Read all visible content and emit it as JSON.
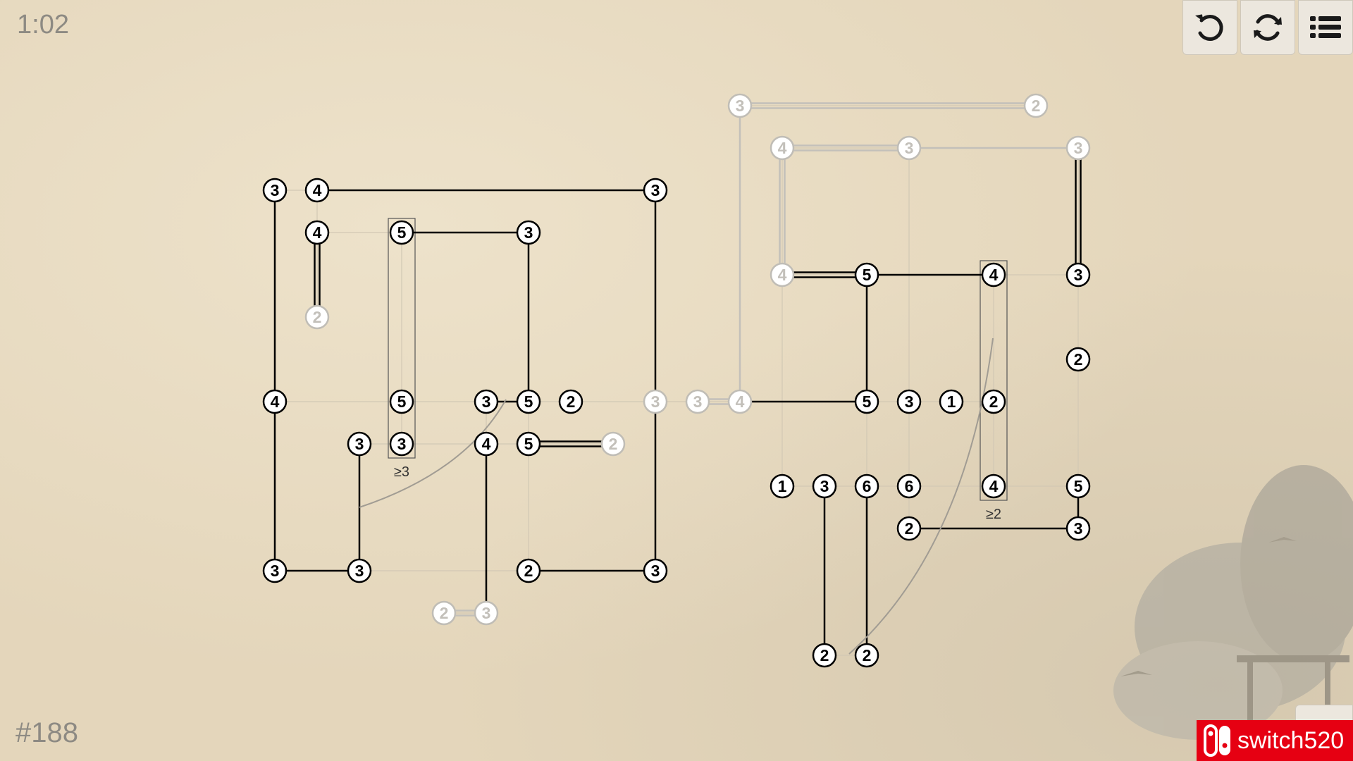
{
  "header": {
    "timer": "1:02"
  },
  "footer": {
    "puzzle_id": "#188",
    "watermark": "switch520"
  },
  "toolbar": [
    {
      "icon": "undo-icon"
    },
    {
      "icon": "restart-icon"
    },
    {
      "icon": "menu-icon"
    }
  ],
  "colors": {
    "background": "#e4d6bb",
    "active": "#000000",
    "solved": "#c3c0ba",
    "guide": "#d2c8b4"
  },
  "islands": [
    {
      "id": "a1",
      "row": 2,
      "col": 0,
      "n": "3",
      "done": false
    },
    {
      "id": "a2",
      "row": 2,
      "col": 1,
      "n": "4",
      "done": false
    },
    {
      "id": "a3",
      "row": 2,
      "col": 9,
      "n": "3",
      "done": false
    },
    {
      "id": "a4",
      "row": 3,
      "col": 1,
      "n": "4",
      "done": false
    },
    {
      "id": "a5",
      "row": 3,
      "col": 3,
      "n": "5",
      "done": false
    },
    {
      "id": "a6",
      "row": 3,
      "col": 6,
      "n": "3",
      "done": false
    },
    {
      "id": "a7",
      "row": 5,
      "col": 1,
      "n": "2",
      "done": true
    },
    {
      "id": "a8",
      "row": 7,
      "col": 0,
      "n": "4",
      "done": false
    },
    {
      "id": "a9",
      "row": 7,
      "col": 3,
      "n": "5",
      "done": false
    },
    {
      "id": "a10",
      "row": 7,
      "col": 5,
      "n": "3",
      "done": false
    },
    {
      "id": "a11",
      "row": 7,
      "col": 6,
      "n": "5",
      "done": false
    },
    {
      "id": "a12",
      "row": 7,
      "col": 7,
      "n": "2",
      "done": false
    },
    {
      "id": "a13",
      "row": 7,
      "col": 9,
      "n": "3",
      "done": true
    },
    {
      "id": "a14",
      "row": 8,
      "col": 2,
      "n": "3",
      "done": false
    },
    {
      "id": "a15",
      "row": 8,
      "col": 3,
      "n": "3",
      "done": false
    },
    {
      "id": "a16",
      "row": 8,
      "col": 5,
      "n": "4",
      "done": false
    },
    {
      "id": "a17",
      "row": 8,
      "col": 6,
      "n": "5",
      "done": false
    },
    {
      "id": "a18",
      "row": 8,
      "col": 8,
      "n": "2",
      "done": true
    },
    {
      "id": "a19",
      "row": 11,
      "col": 0,
      "n": "3",
      "done": false
    },
    {
      "id": "a20",
      "row": 11,
      "col": 2,
      "n": "3",
      "done": false
    },
    {
      "id": "a21",
      "row": 11,
      "col": 6,
      "n": "2",
      "done": false
    },
    {
      "id": "a22",
      "row": 11,
      "col": 9,
      "n": "3",
      "done": false
    },
    {
      "id": "a23",
      "row": 12,
      "col": 4,
      "n": "2",
      "done": true
    },
    {
      "id": "a24",
      "row": 12,
      "col": 5,
      "n": "3",
      "done": true
    },
    {
      "id": "b1",
      "row": 0,
      "col": 11,
      "n": "3",
      "done": true
    },
    {
      "id": "b2",
      "row": 0,
      "col": 18,
      "n": "2",
      "done": true
    },
    {
      "id": "b3",
      "row": 1,
      "col": 12,
      "n": "4",
      "done": true
    },
    {
      "id": "b4",
      "row": 1,
      "col": 15,
      "n": "3",
      "done": true
    },
    {
      "id": "b5",
      "row": 1,
      "col": 19,
      "n": "3",
      "done": true
    },
    {
      "id": "b6",
      "row": 4,
      "col": 12,
      "n": "4",
      "done": true
    },
    {
      "id": "b7",
      "row": 4,
      "col": 14,
      "n": "5",
      "done": false
    },
    {
      "id": "b8",
      "row": 4,
      "col": 17,
      "n": "4",
      "done": false
    },
    {
      "id": "b9",
      "row": 4,
      "col": 19,
      "n": "3",
      "done": false
    },
    {
      "id": "b10",
      "row": 6,
      "col": 19,
      "n": "2",
      "done": false
    },
    {
      "id": "b11",
      "row": 7,
      "col": 10,
      "n": "3",
      "done": true
    },
    {
      "id": "b12",
      "row": 7,
      "col": 11,
      "n": "4",
      "done": true
    },
    {
      "id": "b13",
      "row": 7,
      "col": 14,
      "n": "5",
      "done": false
    },
    {
      "id": "b14",
      "row": 7,
      "col": 15,
      "n": "3",
      "done": false
    },
    {
      "id": "b15",
      "row": 7,
      "col": 16,
      "n": "1",
      "done": false
    },
    {
      "id": "b16",
      "row": 7,
      "col": 17,
      "n": "2",
      "done": false
    },
    {
      "id": "b17",
      "row": 9,
      "col": 12,
      "n": "1",
      "done": false
    },
    {
      "id": "b18",
      "row": 9,
      "col": 13,
      "n": "3",
      "done": false
    },
    {
      "id": "b19",
      "row": 9,
      "col": 14,
      "n": "6",
      "done": false
    },
    {
      "id": "b20",
      "row": 9,
      "col": 15,
      "n": "6",
      "done": false
    },
    {
      "id": "b21",
      "row": 9,
      "col": 17,
      "n": "4",
      "done": false
    },
    {
      "id": "b22",
      "row": 9,
      "col": 19,
      "n": "5",
      "done": false
    },
    {
      "id": "b23",
      "row": 10,
      "col": 15,
      "n": "2",
      "done": false
    },
    {
      "id": "b24",
      "row": 10,
      "col": 19,
      "n": "3",
      "done": false
    },
    {
      "id": "b25",
      "row": 13,
      "col": 13,
      "n": "2",
      "done": false
    },
    {
      "id": "b26",
      "row": 13,
      "col": 14,
      "n": "2",
      "done": false
    }
  ],
  "bridges": [
    {
      "from": "a1",
      "to": "a8",
      "count": 1,
      "done": false
    },
    {
      "from": "a8",
      "to": "a19",
      "count": 1,
      "done": false
    },
    {
      "from": "a19",
      "to": "a20",
      "count": 1,
      "done": false
    },
    {
      "from": "a20",
      "to": "a14",
      "count": 1,
      "done": false
    },
    {
      "from": "a2",
      "to": "a3",
      "count": 1,
      "done": false
    },
    {
      "from": "a3",
      "to": "a13",
      "count": 1,
      "done": false
    },
    {
      "from": "a13",
      "to": "a22",
      "count": 1,
      "done": false
    },
    {
      "from": "a21",
      "to": "a22",
      "count": 1,
      "done": false
    },
    {
      "from": "a4",
      "to": "a7",
      "count": 2,
      "done": false
    },
    {
      "from": "a5",
      "to": "a6",
      "count": 1,
      "done": false
    },
    {
      "from": "a6",
      "to": "a11",
      "count": 1,
      "done": false
    },
    {
      "from": "a10",
      "to": "a11",
      "count": 1,
      "done": false
    },
    {
      "from": "a17",
      "to": "a18",
      "count": 2,
      "done": false
    },
    {
      "from": "a16",
      "to": "a24",
      "count": 1,
      "done": false
    },
    {
      "from": "a23",
      "to": "a24",
      "count": 2,
      "done": true
    },
    {
      "from": "b1",
      "to": "b2",
      "count": 2,
      "done": true
    },
    {
      "from": "b1",
      "to": "b12",
      "count": 1,
      "done": true
    },
    {
      "from": "b11",
      "to": "b12",
      "count": 2,
      "done": true
    },
    {
      "from": "b3",
      "to": "b4",
      "count": 2,
      "done": true
    },
    {
      "from": "b4",
      "to": "b5",
      "count": 1,
      "done": true
    },
    {
      "from": "b3",
      "to": "b6",
      "count": 2,
      "done": true
    },
    {
      "from": "b5",
      "to": "b9",
      "count": 2,
      "done": false
    },
    {
      "from": "b6",
      "to": "b7",
      "count": 2,
      "done": false
    },
    {
      "from": "b7",
      "to": "b8",
      "count": 1,
      "done": false
    },
    {
      "from": "b7",
      "to": "b13",
      "count": 1,
      "done": false
    },
    {
      "from": "b12",
      "to": "b13",
      "count": 1,
      "done": false
    },
    {
      "from": "b18",
      "to": "b25",
      "count": 1,
      "done": false
    },
    {
      "from": "b19",
      "to": "b26",
      "count": 1,
      "done": false
    },
    {
      "from": "b23",
      "to": "b24",
      "count": 1,
      "done": false
    },
    {
      "from": "b22",
      "to": "b24",
      "count": 1,
      "done": false
    }
  ],
  "constraints": [
    {
      "label": "≥3",
      "islands": [
        "a5",
        "a9",
        "a15"
      ]
    },
    {
      "label": "≥2",
      "islands": [
        "b8",
        "b16",
        "b21"
      ]
    }
  ]
}
